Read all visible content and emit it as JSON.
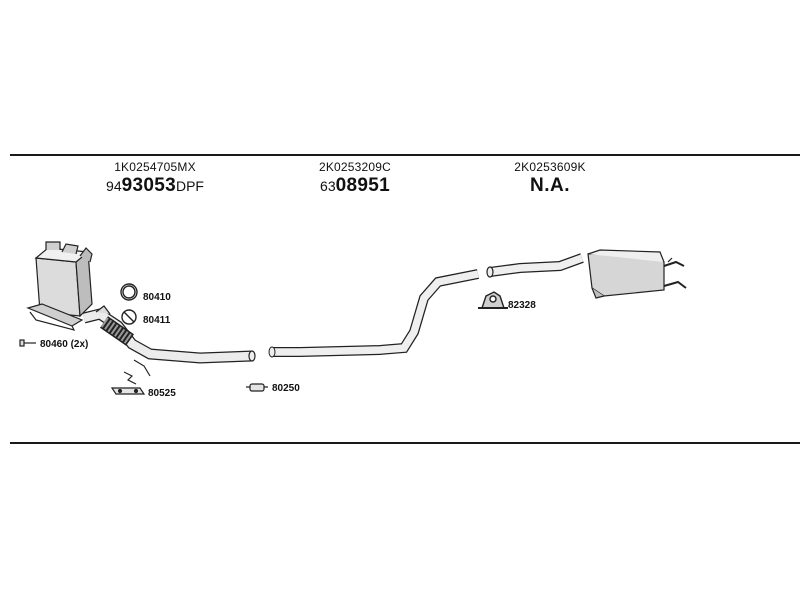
{
  "columns": [
    {
      "oe_number": "1K0254705MX",
      "part_prefix": "94",
      "part_main": "93053",
      "part_suffix": "DPF"
    },
    {
      "oe_number": "2K0253209C",
      "part_prefix": "63",
      "part_main": "08951",
      "part_suffix": ""
    },
    {
      "oe_number": "2K0253609K",
      "na_text": "N.A."
    }
  ],
  "labels": {
    "clamp_a": "80410",
    "clamp_b": "80411",
    "bolt": "80460 (2x)",
    "gasket": "80525",
    "sleeve": "80250",
    "hanger": "82328"
  }
}
